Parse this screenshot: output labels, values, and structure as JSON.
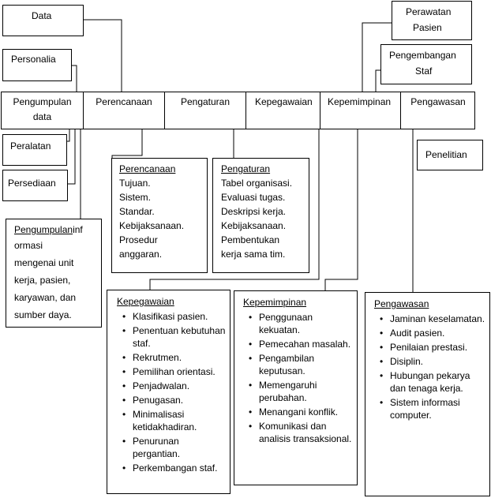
{
  "top_left_boxes": {
    "data": "Data",
    "personalia": "Personalia",
    "peralatan": "Peralatan",
    "persediaan": "Persediaan"
  },
  "top_right_boxes": {
    "perawatan_line1": "Perawatan",
    "perawatan_line2": "Pasien",
    "pengembangan_line1": "Pengembangan",
    "pengembangan_line2": "Staf",
    "penelitian": "Penelitian"
  },
  "process_row": {
    "pengumpulan_line1": "Pengumpulan",
    "pengumpulan_line2": "data",
    "perencanaan": "Perencanaan",
    "pengaturan": "Pengaturan",
    "kepegawaian": "Kepegawaian",
    "kepemimpinan": "Kepemimpinan",
    "pengawasan": "Pengawasan"
  },
  "perencanaan_detail": {
    "title": "Perencanaan",
    "lines": [
      "Tujuan.",
      "Sistem.",
      "Standar.",
      "Kebijaksanaan.",
      "Prosedur",
      "anggaran."
    ]
  },
  "pengaturan_detail": {
    "title": "Pengaturan",
    "lines": [
      "Tabel organisasi.",
      "Evaluasi tugas.",
      "Deskripsi kerja.",
      "Kebijaksanaan.",
      "Pembentukan",
      "kerja sama tim."
    ]
  },
  "pengumpulan_detail": {
    "title": "Pengumpulan",
    "title_suffix": "inf",
    "lines": [
      "ormasi",
      "mengenai unit",
      "kerja, pasien,",
      "karyawan, dan",
      "sumber daya."
    ]
  },
  "kepegawaian_detail": {
    "title": "Kepegawaian",
    "items": [
      "Klasifikasi pasien.",
      "Penentuan kebutuhan staf.",
      "Rekrutmen.",
      "Pemilihan orientasi.",
      "Penjadwalan.",
      "Penugasan.",
      "Minimalisasi ketidakhadiran.",
      "Penurunan pergantian.",
      "Perkembangan staf."
    ]
  },
  "kepemimpinan_detail": {
    "title": "Kepemimpinan",
    "items": [
      "Penggunaan kekuatan.",
      "Pemecahan masalah.",
      "Pengambilan keputusan.",
      "Memengaruhi perubahan.",
      "Menangani konflik.",
      "Komunikasi dan analisis transaksional."
    ]
  },
  "pengawasan_detail": {
    "title": "Pengawasan",
    "items": [
      "Jaminan keselamatan.",
      "Audit pasien.",
      "Penilaian prestasi.",
      "Disiplin.",
      "Hubungan pekarya dan tenaga kerja.",
      "Sistem informasi computer."
    ]
  }
}
